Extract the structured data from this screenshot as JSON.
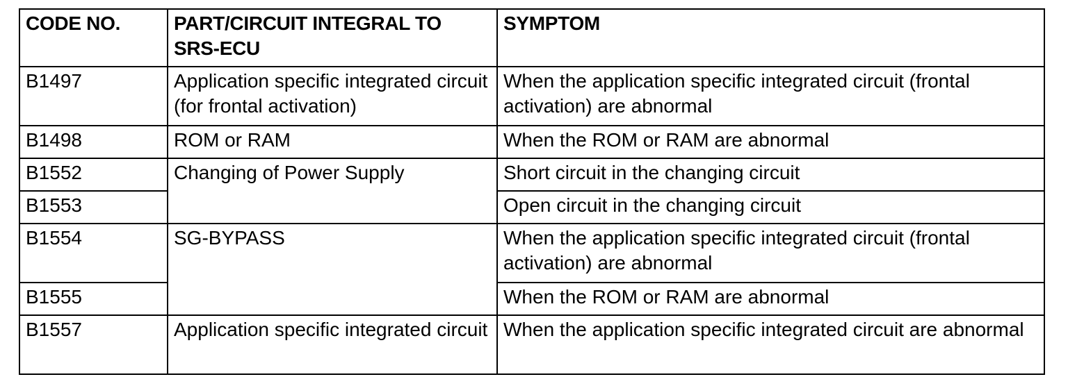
{
  "table": {
    "headers": {
      "code": "CODE NO.",
      "part": "PART/CIRCUIT INTEGRAL TO SRS-ECU",
      "symptom": "SYMPTOM"
    },
    "rows": [
      {
        "code": "B1497",
        "part": "Application specific integrated circuit (for frontal activation)",
        "symptom": "When the application specific integrated circuit (frontal activation) are abnormal"
      },
      {
        "code": "B1498",
        "part": "ROM or RAM",
        "symptom": "When the ROM or RAM are abnormal"
      },
      {
        "code": "B1552",
        "part": "Changing of Power Supply",
        "symptom": "Short circuit in the changing circuit"
      },
      {
        "code": "B1553",
        "symptom": "Open circuit in the changing circuit"
      },
      {
        "code": "B1554",
        "part": "SG-BYPASS",
        "symptom": "When the application specific integrated circuit (frontal activation) are abnormal"
      },
      {
        "code": "B1555",
        "symptom": "When the ROM or RAM are abnormal"
      },
      {
        "code": "B1557",
        "part": "Application specific integrated circuit",
        "symptom": "When the application specific integrated circuit are abnormal"
      }
    ]
  }
}
